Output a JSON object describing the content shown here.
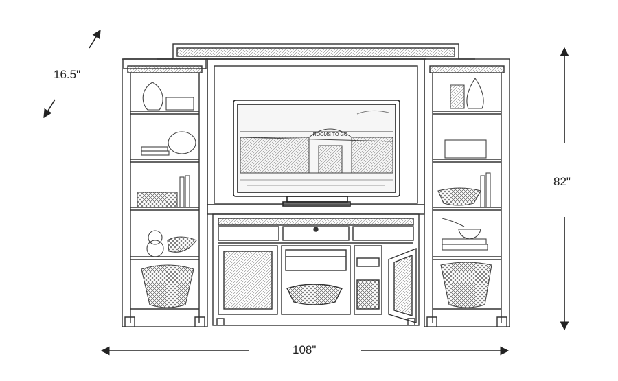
{
  "dimensions": {
    "depth": "16.5\"",
    "height": "82\"",
    "width": "108\""
  },
  "tv_screen_sign": "ROOMS TO GO",
  "colors": {
    "line": "#333333",
    "light_line": "#777777",
    "background": "#ffffff",
    "screen_sky": "#f2f2f2"
  },
  "icons": {
    "depth_arrow": "diagonal-double-arrow-icon",
    "height_arrow": "vertical-double-arrow-icon",
    "width_arrow": "horizontal-double-arrow-icon"
  }
}
